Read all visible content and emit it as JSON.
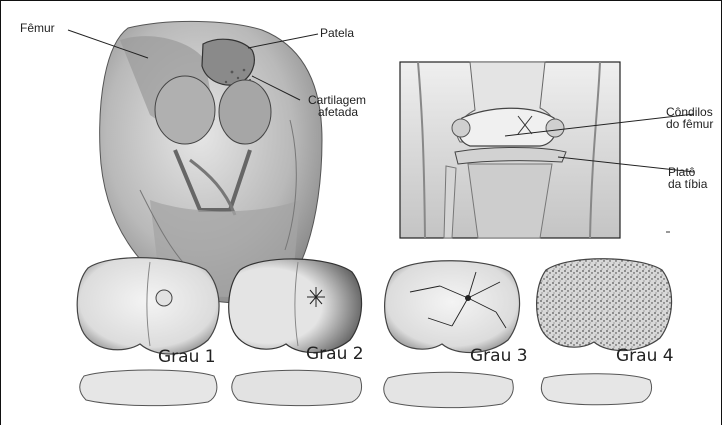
{
  "labels": {
    "femur": "Fêmur",
    "patela": "Patela",
    "cartilagem_1": "Cartilagem",
    "cartilagem_2": "afetada",
    "condilos_1": "Côndilos",
    "condilos_2": "do fêmur",
    "plato_1": "Platô",
    "plato_2": "da tíbia"
  },
  "grades": [
    "Grau 1",
    "Grau 2",
    "Grau 3",
    "Grau 4"
  ]
}
